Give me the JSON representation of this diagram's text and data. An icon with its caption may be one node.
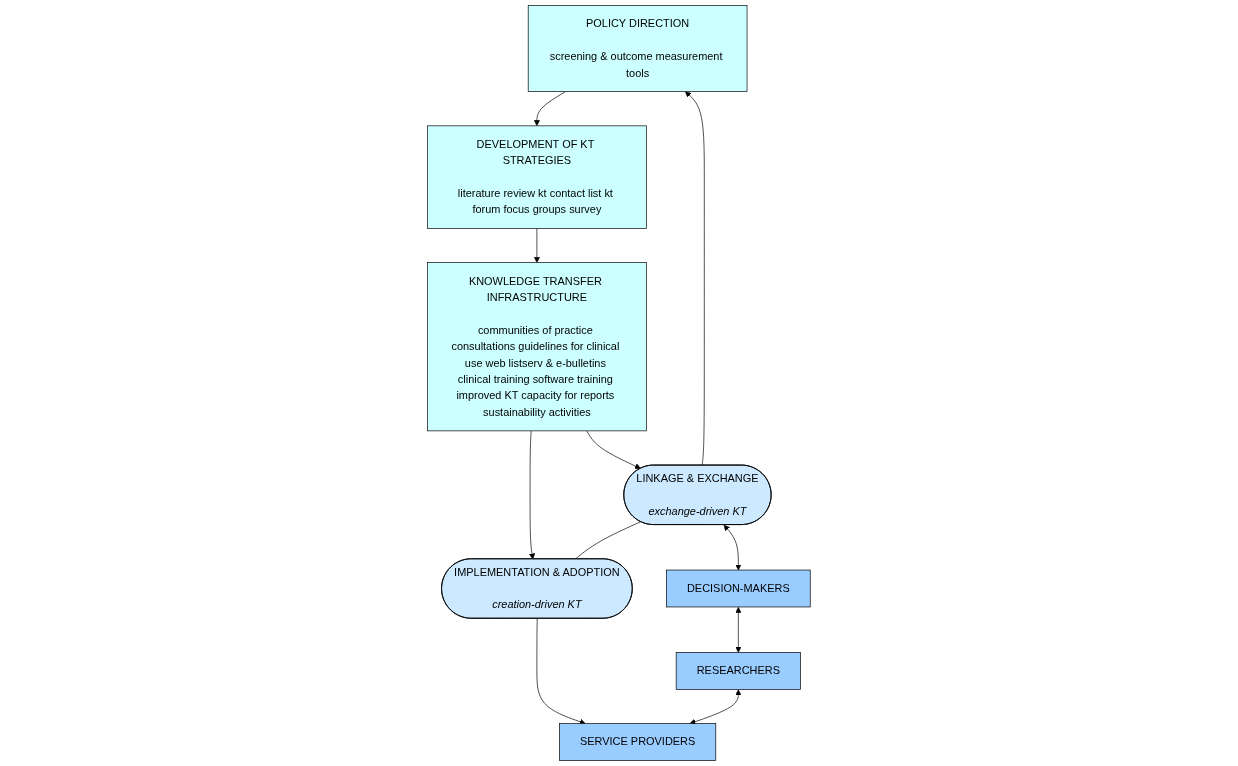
{
  "diagram": {
    "nodes": [
      {
        "text": [
          "POLICY DIRECTION",
          "screening & outcome measurement tools"
        ]
      },
      {
        "text": [
          "DEVELOPMENT OF KT STRATEGIES",
          "literature review kt contact list kt forum focus groups survey"
        ]
      },
      {
        "text": [
          "KNOWLEDGE TRANSFER INFRASTRUCTURE",
          "communities of practice consultations guidelines for clinical use web listserv & e-bulletins clinical training software training improved KT capacity for reports sustainability activities"
        ]
      },
      {
        "text": [
          "LINKAGE & EXCHANGE",
          "exchange-driven KT"
        ]
      },
      {
        "text": [
          "IMPLEMENTATION & ADOPTION",
          "creation-driven KT"
        ]
      },
      {
        "text": [
          "DECISION-MAKERS"
        ]
      },
      {
        "text": [
          "RESEARCHERS"
        ]
      },
      {
        "text": [
          "SERVICE PROVIDERS"
        ]
      }
    ],
    "edges": [
      {
        "from": 0,
        "to": 1,
        "arrow": "to"
      },
      {
        "from": 1,
        "to": 2,
        "arrow": "to"
      },
      {
        "from": 3,
        "to": 0,
        "arrow": "to"
      },
      {
        "from": 2,
        "to": 3,
        "arrow": "to"
      },
      {
        "from": 2,
        "to": 4,
        "arrow": "to"
      },
      {
        "from": 3,
        "to": 4,
        "arrow": "none"
      },
      {
        "from": 4,
        "to": 7,
        "arrow": "to"
      },
      {
        "from": 3,
        "to": 5,
        "arrow": "both"
      },
      {
        "from": 5,
        "to": 6,
        "arrow": "both"
      },
      {
        "from": 6,
        "to": 7,
        "arrow": "both"
      }
    ]
  }
}
